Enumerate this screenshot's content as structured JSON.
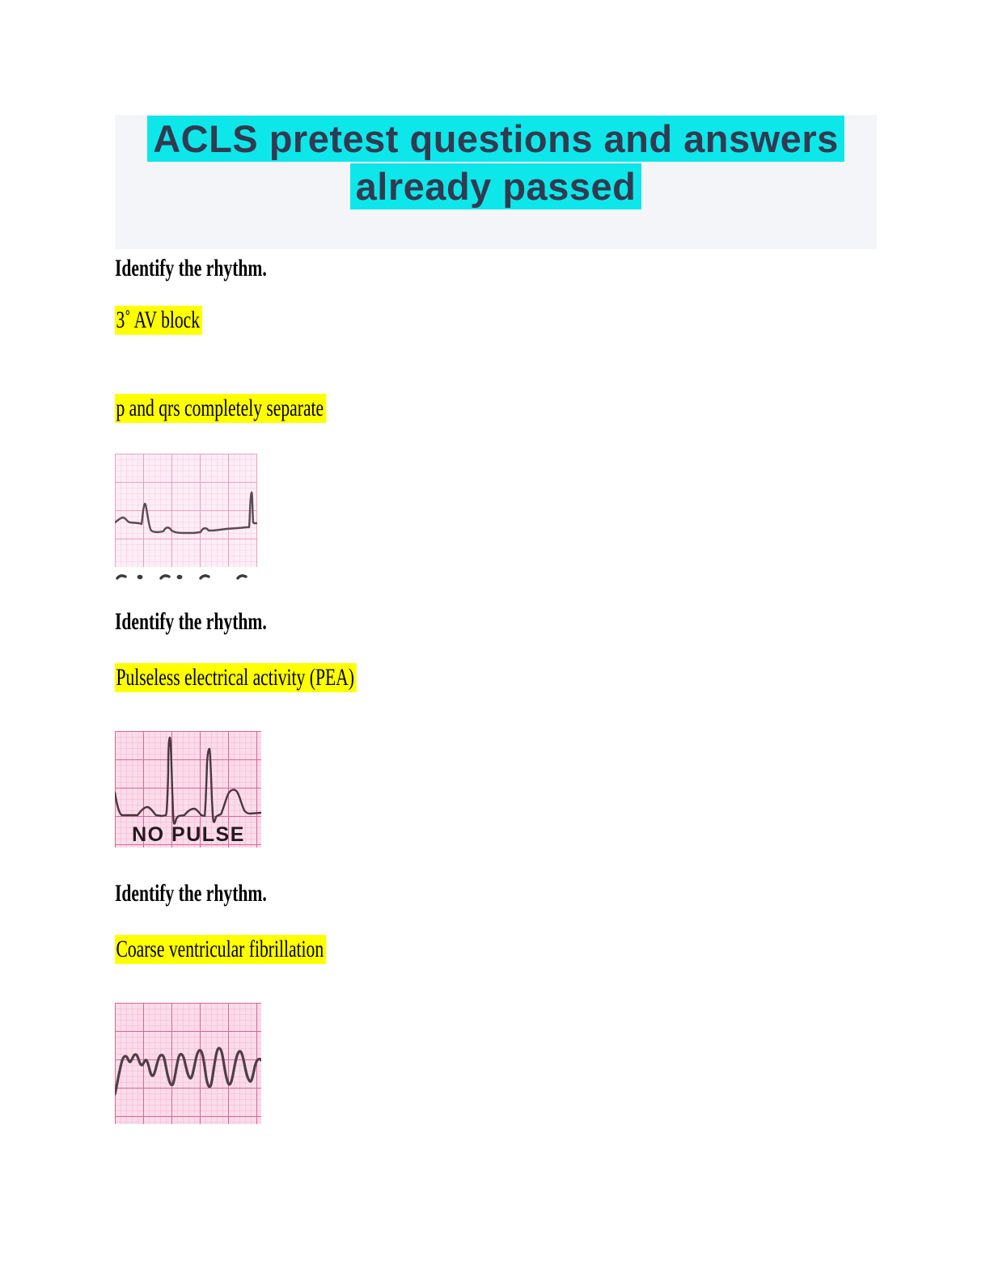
{
  "document": {
    "title_line1": "ACLS pretest questions and answers",
    "title_line2": "already passed",
    "full_title": "ACLS pretest questions and answers already passed"
  },
  "colors": {
    "title_highlight": "#0ee7ea",
    "title_text": "#323a50",
    "title_block_background": "#f4f5f9",
    "answer_highlight": "#ffff00",
    "ecg_paper_pink": "#fbdcea",
    "ecg_grid_major_pink": "#e0648f",
    "ecg_trace_dark": "#473741"
  },
  "sections": [
    {
      "question": "Identify the rhythm.",
      "answers": [
        "3˚ AV block",
        "p and qrs completely separate"
      ]
    },
    {
      "question": "Identify the rhythm.",
      "answers": [
        "Pulseless electrical activity (PEA)"
      ],
      "image_label": "NO PULSE"
    },
    {
      "question": "Identify the rhythm.",
      "answers": [
        "Coarse ventricular fibrillation"
      ]
    }
  ]
}
